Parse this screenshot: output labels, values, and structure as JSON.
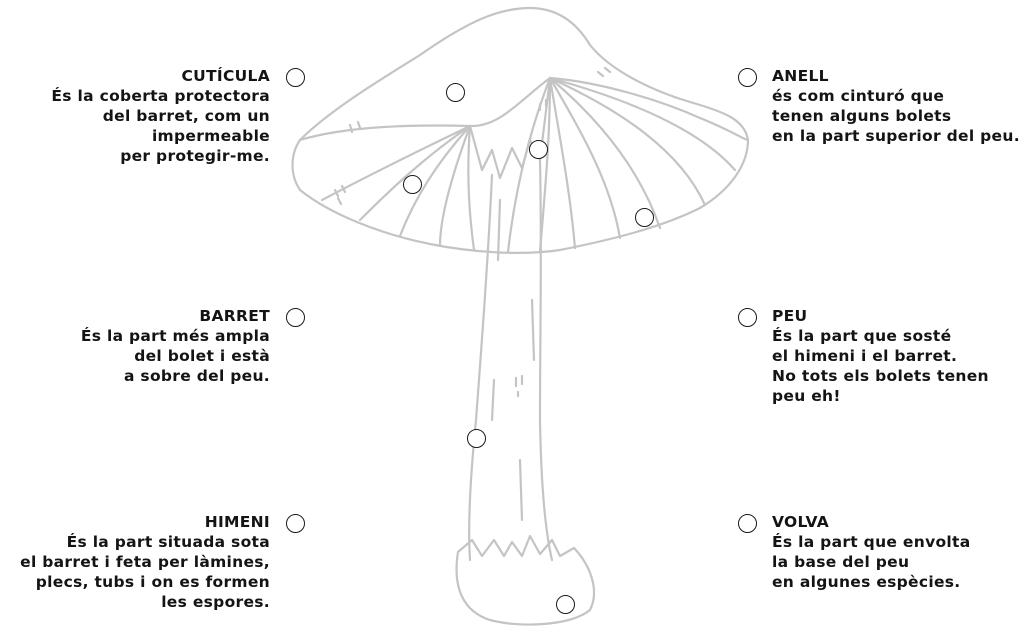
{
  "labels": {
    "cuticula": {
      "title": "CUTÍCULA",
      "lines": [
        "És la coberta protectora",
        "del barret, com un",
        "impermeable",
        "per protegir-me."
      ]
    },
    "barret": {
      "title": "BARRET",
      "lines": [
        "És la part més ampla",
        "del bolet i està",
        "a sobre del peu."
      ]
    },
    "himeni": {
      "title": "HIMENI",
      "lines": [
        "És la part situada sota",
        "el barret i feta per làmines,",
        "plecs, tubs i on es formen",
        "les espores."
      ]
    },
    "anell": {
      "title": "ANELL",
      "lines": [
        "és com cinturó que",
        "tenen alguns bolets",
        "en la part superior del peu."
      ]
    },
    "peu": {
      "title": "PEU",
      "lines": [
        "És la part que sosté",
        "el himeni i el barret.",
        "No tots els bolets tenen",
        "peu eh!"
      ]
    },
    "volva": {
      "title": "VOLVA",
      "lines": [
        "És la part que envolta",
        "la base del peu",
        "en algunes espècies."
      ]
    }
  },
  "colors": {
    "text": "#141414",
    "outline": "#c4c4c4",
    "circle": "#1a1a1a"
  }
}
